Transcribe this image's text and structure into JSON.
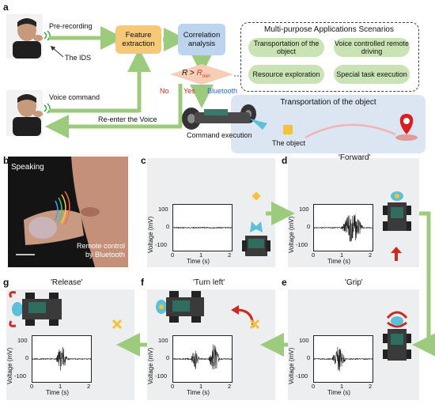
{
  "panels": {
    "a": "a",
    "b": "b",
    "c": "c",
    "d": "d",
    "e": "e",
    "f": "f",
    "g": "g"
  },
  "a": {
    "pre_recording": "Pre-recording",
    "the_ids": "The IDS",
    "voice_command": "Voice command",
    "feature_extraction": "Feature extraction",
    "correlation_analysis": "Correlation analysis",
    "decision_R": "R",
    "decision_op": " > ",
    "decision_Rmin": "R",
    "decision_min_sub": "min",
    "no": "No",
    "yes": "Yes",
    "bluetooth": "Bluetooth",
    "reenter": "Re-enter the Voice",
    "command_execution": "Command execution",
    "the_object": "The object",
    "transport_title": "Transportation of the object",
    "scenarios_title": "Multi-purpose Applications Scenarios",
    "scenarios": [
      "Transportation of the object",
      "Voice controlled remote driving",
      "Resource exploration",
      "Special task execution"
    ]
  },
  "b": {
    "speaking": "Speaking",
    "remote_control": "Remote control by Bluetooth"
  },
  "plots": {
    "ylabel": "Voltage (mV)",
    "xlabel": "Time (s)",
    "yticks": [
      "100",
      "0",
      "-100"
    ],
    "xticks": [
      "0",
      "1",
      "2"
    ]
  },
  "titles": {
    "d": "'Forward'",
    "e": "'Grip'",
    "f": "'Turn left'",
    "g": "'Release'"
  },
  "colors": {
    "arrow_green": "#9dcb7d",
    "feature_box": "#f6c978",
    "correlation_box": "#bcd4ee",
    "decision": "#f7cdb6",
    "scenario_pill": "#c9e3b5",
    "transport_bg": "#dbe6f2",
    "red": "#cc2a1e",
    "yes_red": "#d43a2a",
    "bluetooth_blue": "#2b6cb6"
  }
}
